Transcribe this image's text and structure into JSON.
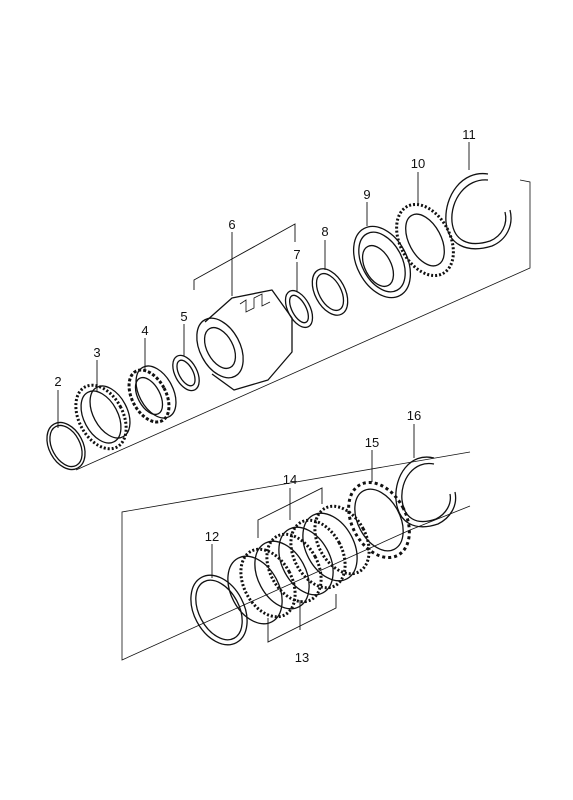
{
  "labels": {
    "p2": "2",
    "p3": "3",
    "p4": "4",
    "p5": "5",
    "p6": "6",
    "p7": "7",
    "p8": "8",
    "p9": "9",
    "p10": "10",
    "p11": "11",
    "p12": "12",
    "p13": "13",
    "p14": "14",
    "p15": "15",
    "p16": "16"
  }
}
